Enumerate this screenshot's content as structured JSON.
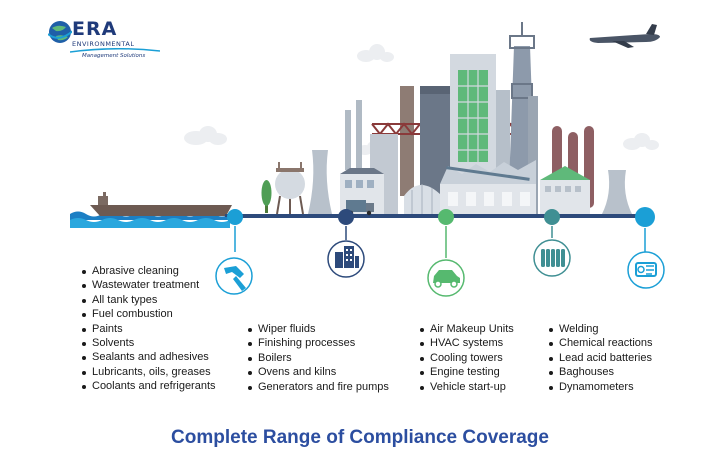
{
  "brand": {
    "name": "ERA",
    "line1": "ENVIRONMENTAL",
    "line2": "Management Solutions"
  },
  "columns": [
    {
      "icon": "spray-gun-icon",
      "items": [
        "Abrasive cleaning",
        "Wastewater treatment",
        "All tank types",
        "Fuel combustion",
        "Paints",
        "Solvents",
        "Sealants and adhesives",
        "Lubricants, oils, greases",
        "Coolants and refrigerants"
      ]
    },
    {
      "icon": "factory-building-icon",
      "items": [
        "Wiper fluids",
        "Finishing processes",
        "Boilers",
        "Ovens and kilns",
        "Generators and fire pumps"
      ]
    },
    {
      "icon": "car-icon",
      "items": [
        "Air Makeup Units",
        "HVAC systems",
        "Cooling towers",
        "Engine testing",
        "Vehicle start-up"
      ]
    },
    {
      "icon": "radiator-icon",
      "items": [
        "Welding",
        "Chemical reactions",
        "Lead acid batteries",
        "Baghouses",
        "Dynamometers"
      ]
    }
  ],
  "extra_icon": "dynamometer-roll-icon",
  "footer": "Complete Range of Compliance Coverage",
  "colors": {
    "title": "#2c4ea0",
    "timeline_blue": "#1b9fd6",
    "timeline_navy": "#2d4a7b",
    "timeline_green": "#56b96f",
    "timeline_teal": "#3f8f93",
    "building_grey": "#c2c9d2",
    "ship_brown": "#6d5a52",
    "water": "#1c7fc4"
  }
}
